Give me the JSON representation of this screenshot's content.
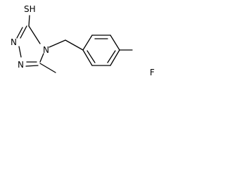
{
  "molecule": {
    "atoms": {
      "thiol": "SH",
      "n1": "N",
      "n2": "N",
      "n4": "N",
      "fluorine": "F"
    },
    "bond_color": "#000000"
  }
}
